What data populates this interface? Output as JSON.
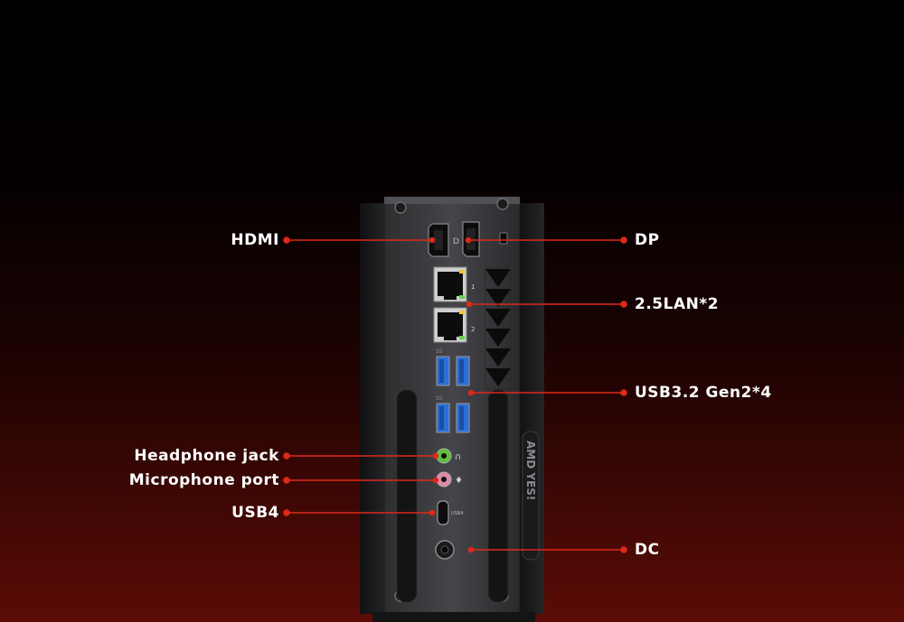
{
  "callouts": {
    "left": [
      {
        "id": "hdmi",
        "label": "HDMI"
      },
      {
        "id": "headphone",
        "label": "Headphone jack"
      },
      {
        "id": "microphone",
        "label": "Microphone port"
      },
      {
        "id": "usb4",
        "label": "USB4"
      }
    ],
    "right": [
      {
        "id": "dp",
        "label": "DP"
      },
      {
        "id": "lan",
        "label": "2.5LAN*2"
      },
      {
        "id": "usb32",
        "label": "USB3.2 Gen2*4"
      },
      {
        "id": "dc",
        "label": "DC"
      }
    ]
  },
  "device": {
    "port_marks": {
      "lan1": "1",
      "lan2": "2",
      "usb4_mark": "USB4",
      "ss_mark_1": "SS",
      "ss_mark_2": "SS"
    },
    "side_logo": "AMD YES!"
  },
  "colors": {
    "background_top": "#000000",
    "background_bottom": "#5c0c06",
    "callout_line": "#e0281b",
    "usb_blue": "#2a6fd6",
    "headphone_green": "#5fbf3a",
    "microphone_pink": "#e08aa8",
    "chassis": "#3a3a3c"
  }
}
